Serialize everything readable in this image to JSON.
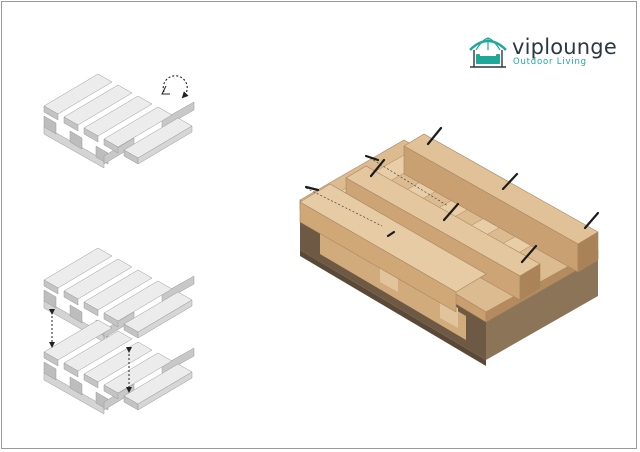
{
  "brand": {
    "name": "viplounge",
    "tagline": "Outdoor Living",
    "accent_color": "#1fa79a",
    "text_color": "#2c3840",
    "icon": "gazebo-lounge-icon"
  },
  "illustrations": {
    "single_pallet": "pallet-icon",
    "rotate_hint": "rotate-arrow-icon",
    "stack_hint": "double-arrow-vertical-icon",
    "assembled_bench": "pallet-bench-assembly",
    "fastener": "screw-icon"
  },
  "colors": {
    "pallet_grey_top": "#e6e6e6",
    "pallet_grey_side": "#c4c4c4",
    "wood_light": "#e4c7a0",
    "wood_mid": "#cfa878",
    "wood_dark": "#6e5a44"
  }
}
